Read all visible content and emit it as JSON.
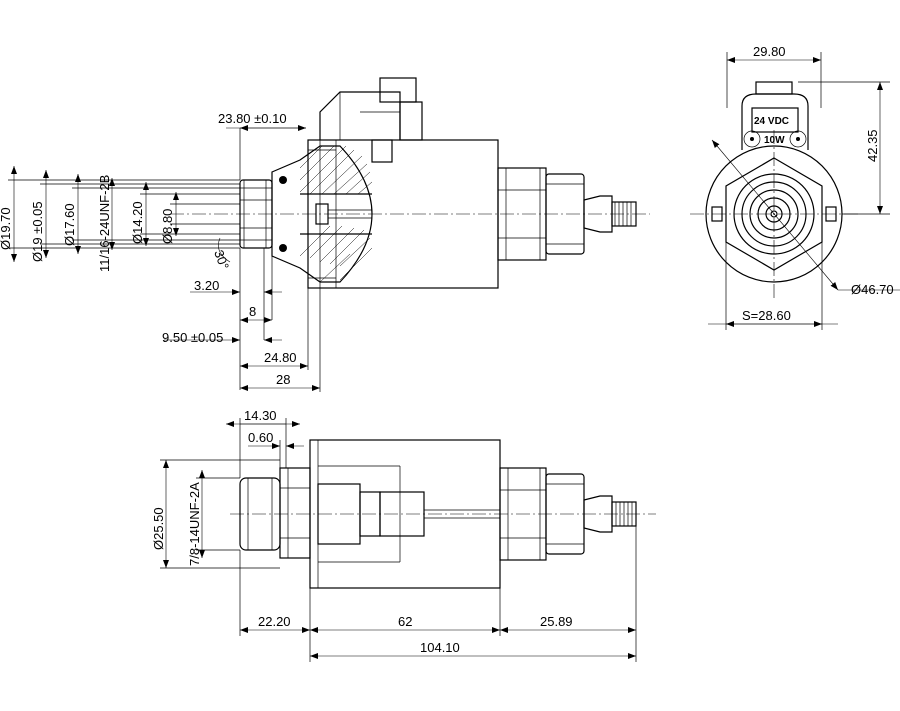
{
  "dimensions": {
    "d19_70": "Ø19.70",
    "d19": "Ø19 ±0.05",
    "d17_60": "Ø17.60",
    "thread_top": "11/16-24UNF-2B",
    "d14_20": "Ø14.20",
    "d8_80": "Ø8.80",
    "angle": "30°",
    "d23_80": "23.80 ±0.10",
    "d3_20": "3.20",
    "d8": "8",
    "d9_50": "9.50 ±0.05",
    "d24_80": "24.80",
    "d28": "28",
    "d29_80": "29.80",
    "d42_35": "42.35",
    "d46_70": "Ø46.70",
    "s28_60": "S=28.60",
    "d14_30": "14.30",
    "d0_60": "0.60",
    "d25_50": "Ø25.50",
    "thread_bottom": "7/8-14UNF-2A",
    "d22_20": "22.20",
    "d62": "62",
    "d25_89": "25.89",
    "d104_10": "104.10"
  },
  "coil_label": {
    "voltage": "24  VDC",
    "power": "10W"
  }
}
